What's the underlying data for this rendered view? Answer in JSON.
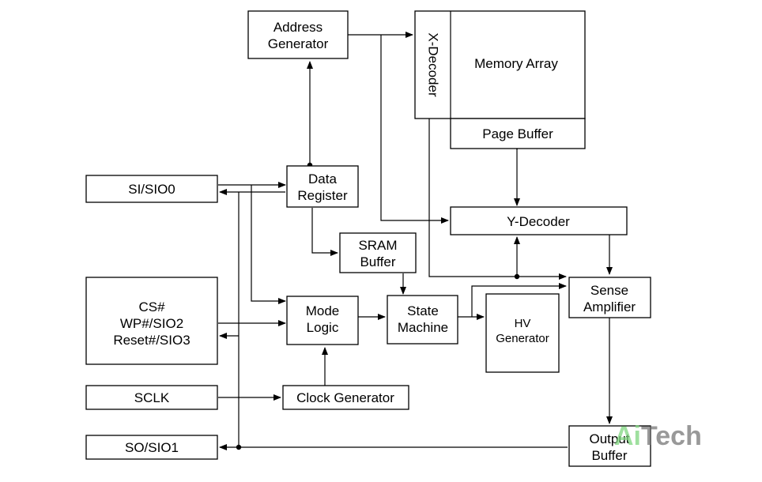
{
  "blocks": {
    "address_generator": [
      "Address",
      "Generator"
    ],
    "x_decoder": "X-Decoder",
    "memory_array": "Memory Array",
    "page_buffer": "Page Buffer",
    "si_sio0": "SI/SIO0",
    "data_register": [
      "Data",
      "Register"
    ],
    "y_decoder": "Y-Decoder",
    "sram_buffer": [
      "SRAM",
      "Buffer"
    ],
    "control_pins": [
      "CS#",
      "WP#/SIO2",
      "Reset#/SIO3"
    ],
    "mode_logic": [
      "Mode",
      "Logic"
    ],
    "state_machine": [
      "State",
      "Machine"
    ],
    "hv_generator": [
      "HV",
      "Generator"
    ],
    "sense_amplifier": [
      "Sense",
      "Amplifier"
    ],
    "sclk": "SCLK",
    "clock_generator": "Clock Generator",
    "so_sio1": "SO/SIO1",
    "output_buffer": [
      "Output",
      "Buffer"
    ]
  },
  "watermark": {
    "part1": "Ai",
    "part2": "Tech",
    "color1": "#7fd67f",
    "color2": "#6e6e6e"
  }
}
